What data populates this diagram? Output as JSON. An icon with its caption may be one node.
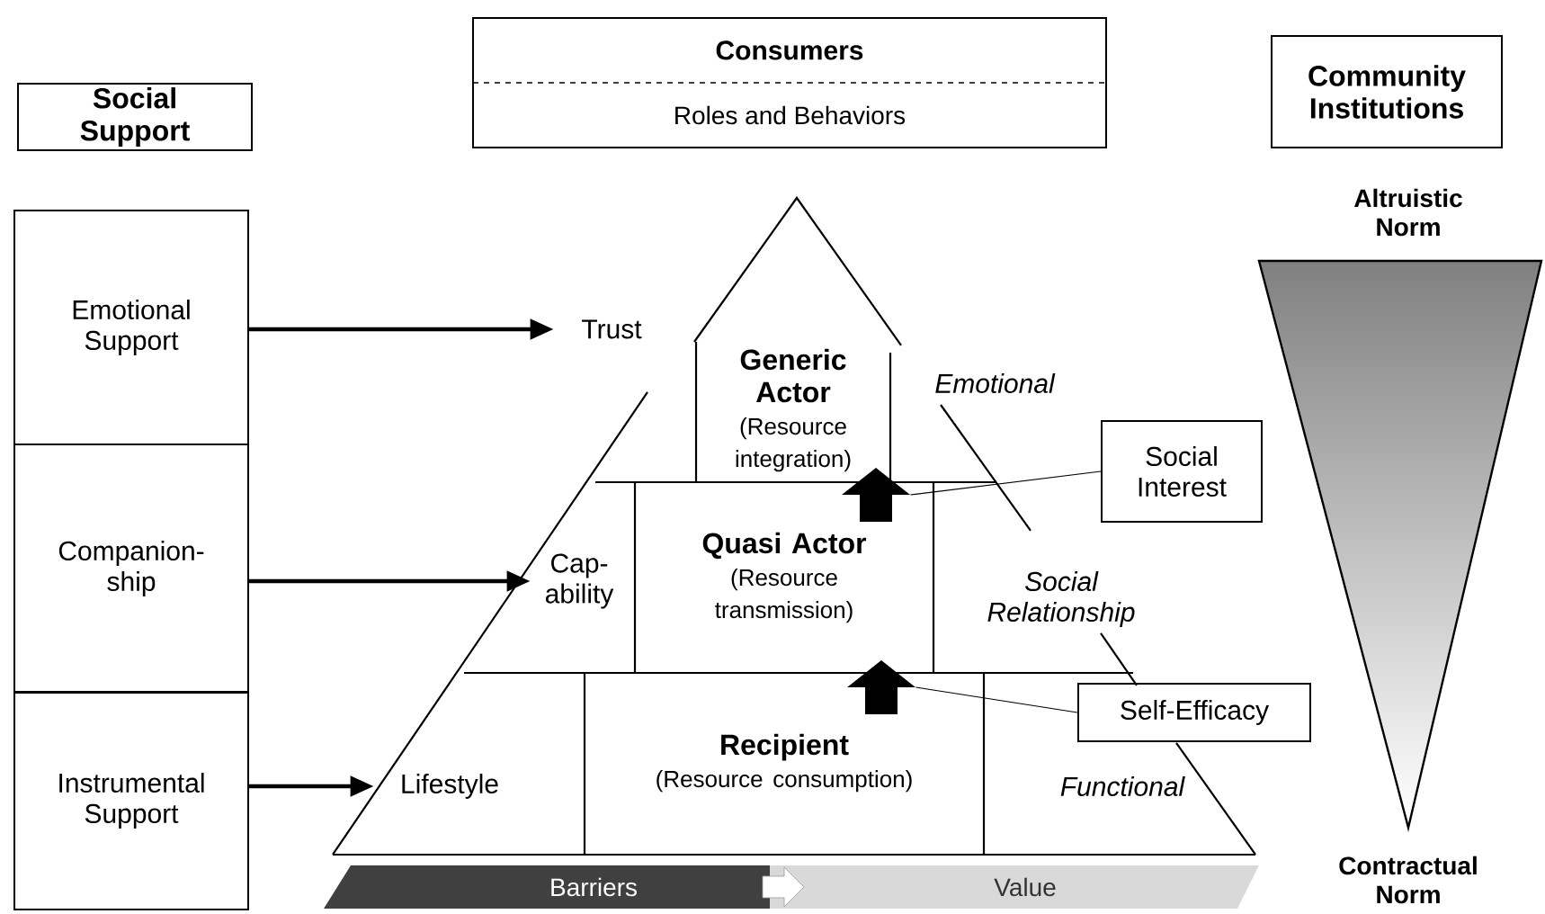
{
  "diagram": {
    "nodes": [
      {
        "text": [
          "Social Support"
        ]
      },
      {
        "text": [
          "Consumers",
          "Roles and Behaviors"
        ]
      },
      {
        "text": [
          "Community Institutions"
        ]
      },
      {
        "text": [
          "Emotional Support"
        ]
      },
      {
        "text": [
          "Companion- ship"
        ]
      },
      {
        "text": [
          "Instrumental Support"
        ]
      },
      {
        "text": [
          "Trust"
        ]
      },
      {
        "text": [
          "Generic Actor",
          "(Resource integration)"
        ]
      },
      {
        "text": [
          "Social Interest"
        ]
      },
      {
        "text": [],
        "shape": "arrow"
      },
      {
        "text": [
          "Cap- ability"
        ]
      },
      {
        "text": [
          "Quasi Actor",
          "(Resource transmission)"
        ]
      },
      {
        "text": [
          "Self-Efficacy"
        ]
      },
      {
        "text": [],
        "shape": "arrow"
      },
      {
        "text": [
          "Lifestyle"
        ]
      },
      {
        "text": [
          "Recipient",
          "(Resource consumption)"
        ]
      }
    ],
    "edges": [
      {
        "from": 3,
        "to": 6,
        "arrow": "to"
      },
      {
        "from": 4,
        "to": 10,
        "arrow": "to"
      },
      {
        "from": 5,
        "to": 14,
        "arrow": "to"
      },
      {
        "from": 8,
        "to": 9,
        "arrow": "none"
      },
      {
        "from": 12,
        "to": 13,
        "arrow": "none"
      }
    ],
    "labels": [
      "Altruistic Norm",
      "Emotional",
      "Social Relationship",
      "Functional",
      "Contractual Norm",
      "Barriers",
      "Value"
    ]
  }
}
